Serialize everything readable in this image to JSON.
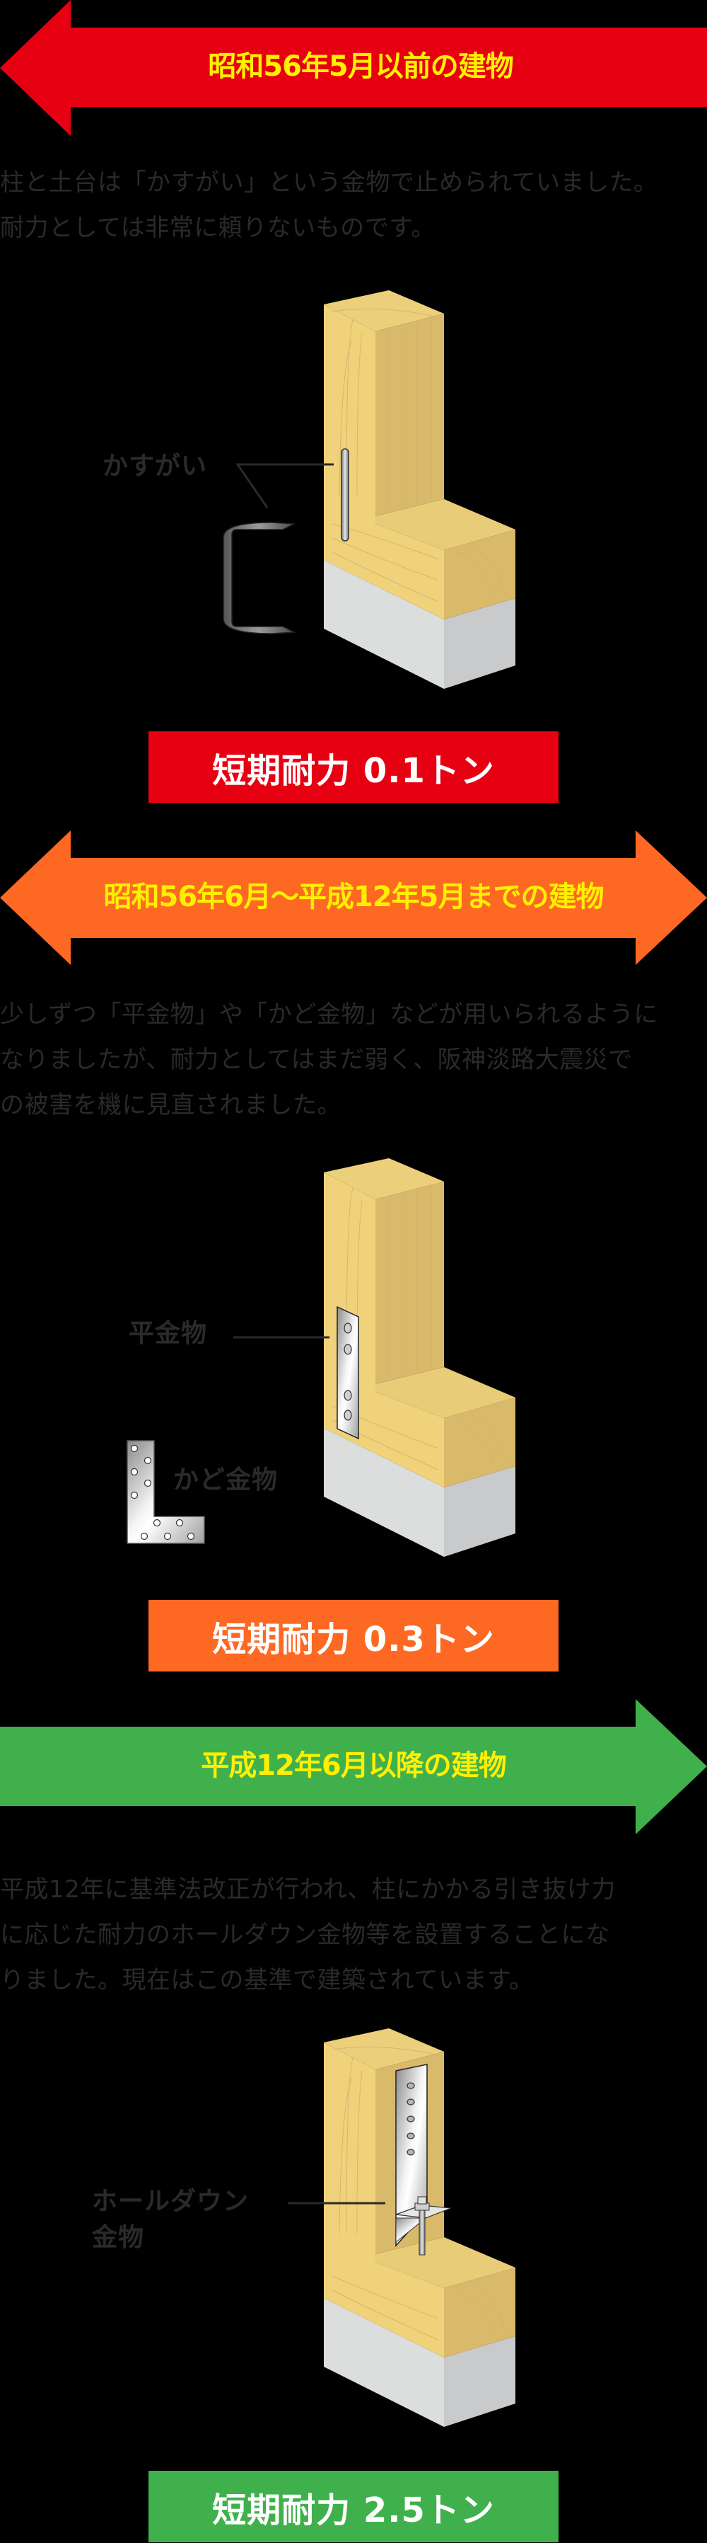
{
  "colors": {
    "background": "#000000",
    "red": "#e60012",
    "orange": "#fd6922",
    "green": "#3fb04b",
    "title_text": "#fff000",
    "body_text": "#2a2a2a",
    "wood_front": "#f0d27a",
    "wood_side": "#d8b86a",
    "concrete_front": "#dcdddd",
    "concrete_side": "#c9cacb"
  },
  "sections": [
    {
      "arrow_direction": "left",
      "arrow_color": "red",
      "title": "昭和56年5月以前の建物",
      "description": [
        "柱と土台は「かすがい」という金物で止められていました。",
        "耐力としては非常に頼りないものです。"
      ],
      "callouts": [
        "かすがい"
      ],
      "badge": "短期耐力 0.1トン"
    },
    {
      "arrow_direction": "both",
      "arrow_color": "orange",
      "title": "昭和56年6月～平成12年5月までの建物",
      "description": [
        "少しずつ「平金物」や「かど金物」などが用いられるように",
        "なりましたが、耐力としてはまだ弱く、阪神淡路大震災で",
        "の被害を機に見直されました。"
      ],
      "callouts": [
        "平金物",
        "かど金物"
      ],
      "badge": "短期耐力 0.3トン"
    },
    {
      "arrow_direction": "right",
      "arrow_color": "green",
      "title": "平成12年6月以降の建物",
      "description": [
        "平成12年に基準法改正が行われ、柱にかかる引き抜け力",
        "に応じた耐力のホールダウン金物等を設置することにな",
        "りました。現在はこの基準で建築されています。"
      ],
      "callouts": [
        "ホールダウン",
        "金物"
      ],
      "badge": "短期耐力 2.5トン"
    }
  ]
}
